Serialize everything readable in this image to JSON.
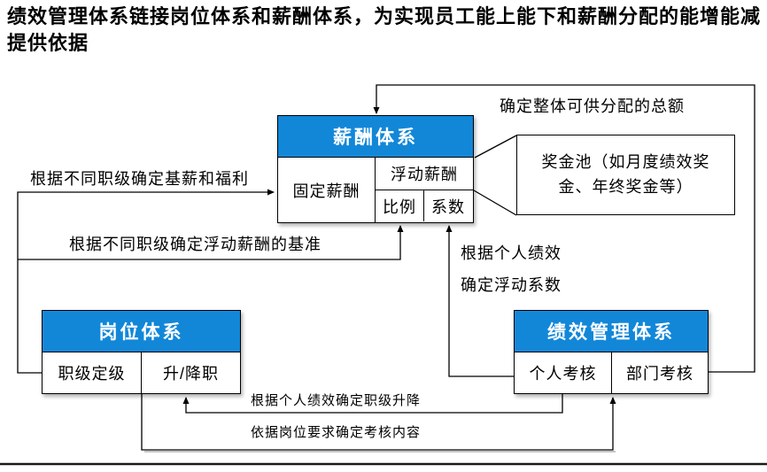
{
  "title": "绩效管理体系链接岗位体系和薪酬体系，为实现员工能上能下和薪酬分配的能增能减提供依据",
  "colors": {
    "header_blue": "#1287D8",
    "header_text": "#FFFFFF",
    "line": "#000000"
  },
  "boxes": {
    "compensation": {
      "title": "薪酬体系",
      "fixed": "固定薪酬",
      "floating": "浮动薪酬",
      "ratio": "比例",
      "coefficient": "系数"
    },
    "bonus_pool": {
      "label": "奖金池（如月度绩效奖金、年终奖金等）"
    },
    "position": {
      "title": "岗位体系",
      "grading": "职级定级",
      "promotion": "升/降职"
    },
    "performance": {
      "title": "绩效管理体系",
      "individual": "个人考核",
      "department": "部门考核"
    }
  },
  "annotations": {
    "total_pool": "确定整体可供分配的总额",
    "base_salary": "根据不同职级确定基薪和福利",
    "floating_base": "根据不同职级确定浮动薪酬的基准",
    "personal_perf_line1": "根据个人绩效",
    "personal_perf_line2": "确定浮动系数",
    "rank_change": "根据个人绩效确定职级升降",
    "assessment_content": "依据岗位要求确定考核内容"
  }
}
